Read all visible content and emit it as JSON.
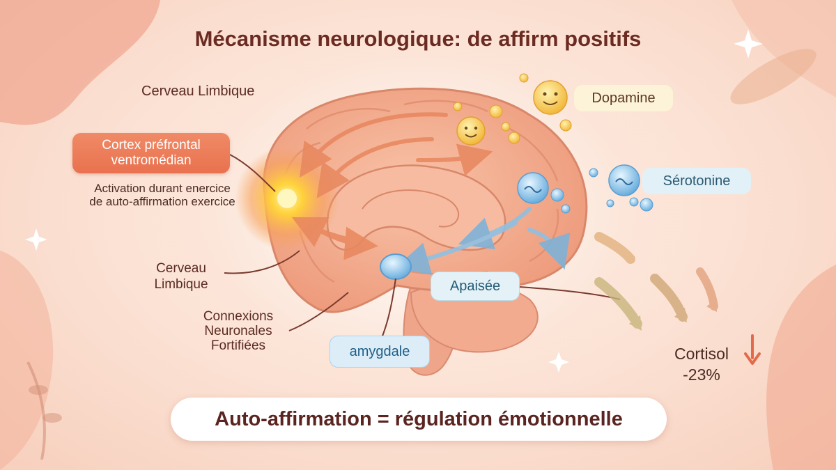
{
  "title": "Mécanisme neurologique: de affirm positifs",
  "labels": {
    "limbic_top": "Cerveau Limbique",
    "cortex_line1": "Cortex préfrontal",
    "cortex_line2": "ventromédian",
    "activation": "Activation durant enercice de auto-affirmation exercice",
    "limbic_mid": "Cerveau Limbique",
    "connexions": "Connexions Neuronales Fortifiées",
    "dopamine": "Dopamine",
    "serotonin": "Sérotonine",
    "apaisee": "Apaisée",
    "amygdale": "amygdale",
    "cortisol_name": "Cortisol",
    "cortisol_value": "-23%"
  },
  "banner": "Auto-affirmation = régulation émotionnelle",
  "colors": {
    "title": "#6b2b22",
    "cortex_pill": "#e9714f",
    "dopamine": "#f5c542",
    "serotonin": "#7dbfe6",
    "brain": "#f3a98a",
    "glow": "#ffd23a"
  },
  "icons": [
    "smile-dopamine-icon",
    "wave-serotonin-icon",
    "down-arrow-icon",
    "sparkle-icon"
  ]
}
